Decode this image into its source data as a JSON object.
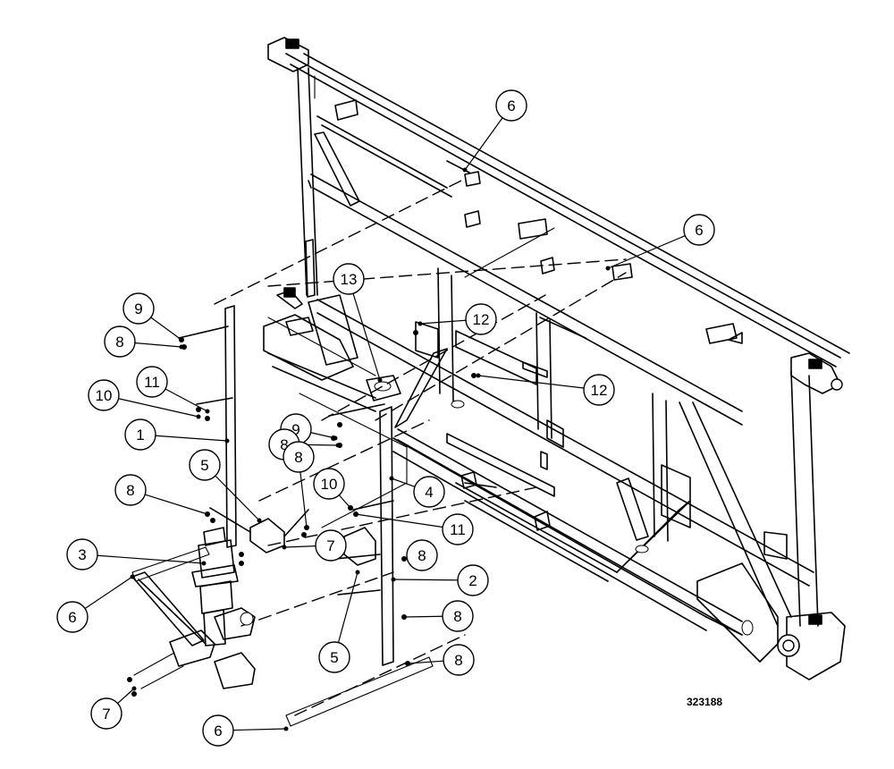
{
  "callouts": [
    {
      "label": "6"
    },
    {
      "label": "6"
    },
    {
      "label": "13"
    },
    {
      "label": "9"
    },
    {
      "label": "12"
    },
    {
      "label": "8"
    },
    {
      "label": "11"
    },
    {
      "label": "12"
    },
    {
      "label": "10"
    },
    {
      "label": "9"
    },
    {
      "label": "1"
    },
    {
      "label": "8"
    },
    {
      "label": "5"
    },
    {
      "label": "8"
    },
    {
      "label": "8"
    },
    {
      "label": "10"
    },
    {
      "label": "4"
    },
    {
      "label": "11"
    },
    {
      "label": "7"
    },
    {
      "label": "3"
    },
    {
      "label": "8"
    },
    {
      "label": "2"
    },
    {
      "label": "6"
    },
    {
      "label": "8"
    },
    {
      "label": "5"
    },
    {
      "label": "8"
    },
    {
      "label": "7"
    },
    {
      "label": "6"
    }
  ],
  "drawing_number": "323188"
}
